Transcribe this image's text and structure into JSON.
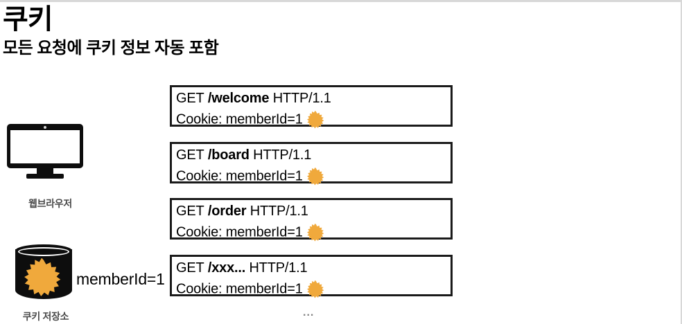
{
  "slide": {
    "title": "쿠키",
    "subtitle": "모든 요청에 쿠키 정보 자동 포함",
    "ellipsis": "..."
  },
  "colors": {
    "cookie_orange": "#F0A93C",
    "ink": "#000000",
    "caption_gray": "#4A4A4A",
    "border_gray": "#D8D8D8"
  },
  "browser": {
    "icon": "monitor-icon",
    "caption": "웹브라우저"
  },
  "cookie_store": {
    "icon": "database-cylinder-icon",
    "caption": "쿠키 저장소",
    "stored_value": "memberId=1",
    "badge_icon": "cookie-starburst-icon"
  },
  "requests": [
    {
      "method": "GET",
      "path": "/welcome",
      "version": "HTTP/1.1",
      "header_name": "Cookie:",
      "header_value": "memberId=1",
      "badge_icon": "cookie-starburst-icon"
    },
    {
      "method": "GET",
      "path": "/board",
      "version": "HTTP/1.1",
      "header_name": "Cookie:",
      "header_value": "memberId=1",
      "badge_icon": "cookie-starburst-icon"
    },
    {
      "method": "GET",
      "path": "/order",
      "version": "HTTP/1.1",
      "header_name": "Cookie:",
      "header_value": "memberId=1",
      "badge_icon": "cookie-starburst-icon"
    },
    {
      "method": "GET",
      "path": "/xxx...",
      "version": "HTTP/1.1",
      "header_name": "Cookie:",
      "header_value": "memberId=1",
      "badge_icon": "cookie-starburst-icon"
    }
  ]
}
